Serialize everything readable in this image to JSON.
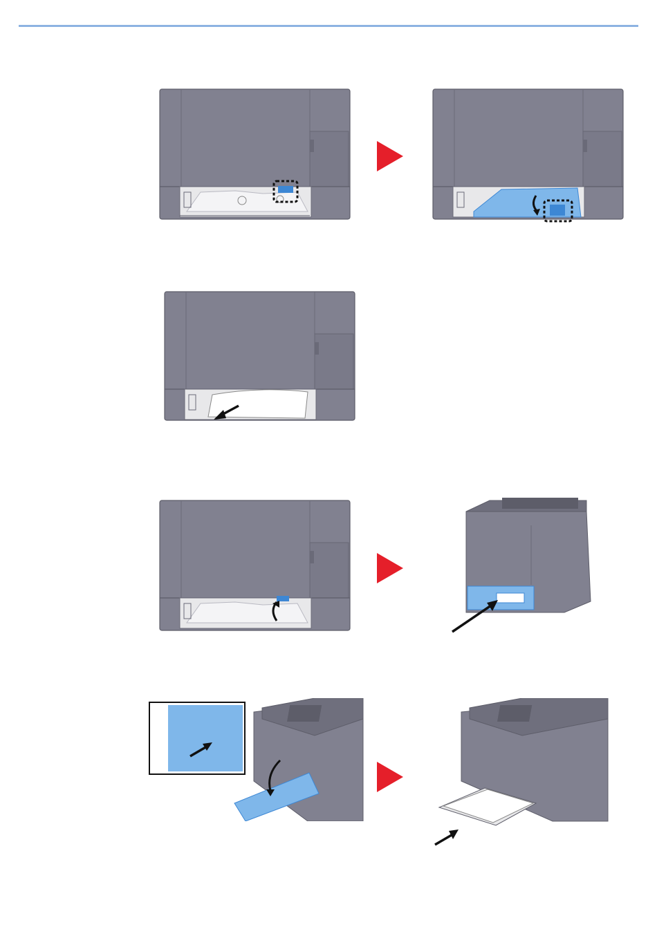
{
  "page": {
    "header_rule_color": "#8db3e2"
  },
  "colors": {
    "printer_body": "#818190",
    "printer_body_dark": "#6f6f7d",
    "printer_edge": "#5d5d69",
    "tray_blue": "#7fb7ea",
    "tray_blue_dark": "#3d87d4",
    "step_arrow": "#e51f2a",
    "paper": "#ffffff",
    "inner_mech": "#e8e8ea"
  },
  "steps": [
    {
      "id": "step-1",
      "illustrations": [
        {
          "name": "printer-bottom-lever-highlighted",
          "icon": "dotted-highlight-icon"
        },
        {
          "name": "printer-bottom-cover-lowered",
          "icon": "curved-arrow-down-icon"
        }
      ],
      "has_step_arrow": true
    },
    {
      "id": "step-2",
      "illustrations": [
        {
          "name": "printer-remove-jammed-paper",
          "icon": "pull-arrow-icon"
        }
      ],
      "has_step_arrow": false
    },
    {
      "id": "step-3",
      "illustrations": [
        {
          "name": "printer-close-bottom-cover",
          "icon": "curved-arrow-up-icon"
        },
        {
          "name": "printer-push-cassette-in",
          "icon": "push-arrow-icon"
        }
      ],
      "has_step_arrow": true
    },
    {
      "id": "step-4",
      "illustrations": [
        {
          "name": "printer-open-multipurpose-tray",
          "icon": "curved-arrow-down-icon"
        },
        {
          "name": "printer-load-paper-multipurpose-tray",
          "icon": "push-arrow-icon"
        }
      ],
      "has_step_arrow": true
    }
  ]
}
